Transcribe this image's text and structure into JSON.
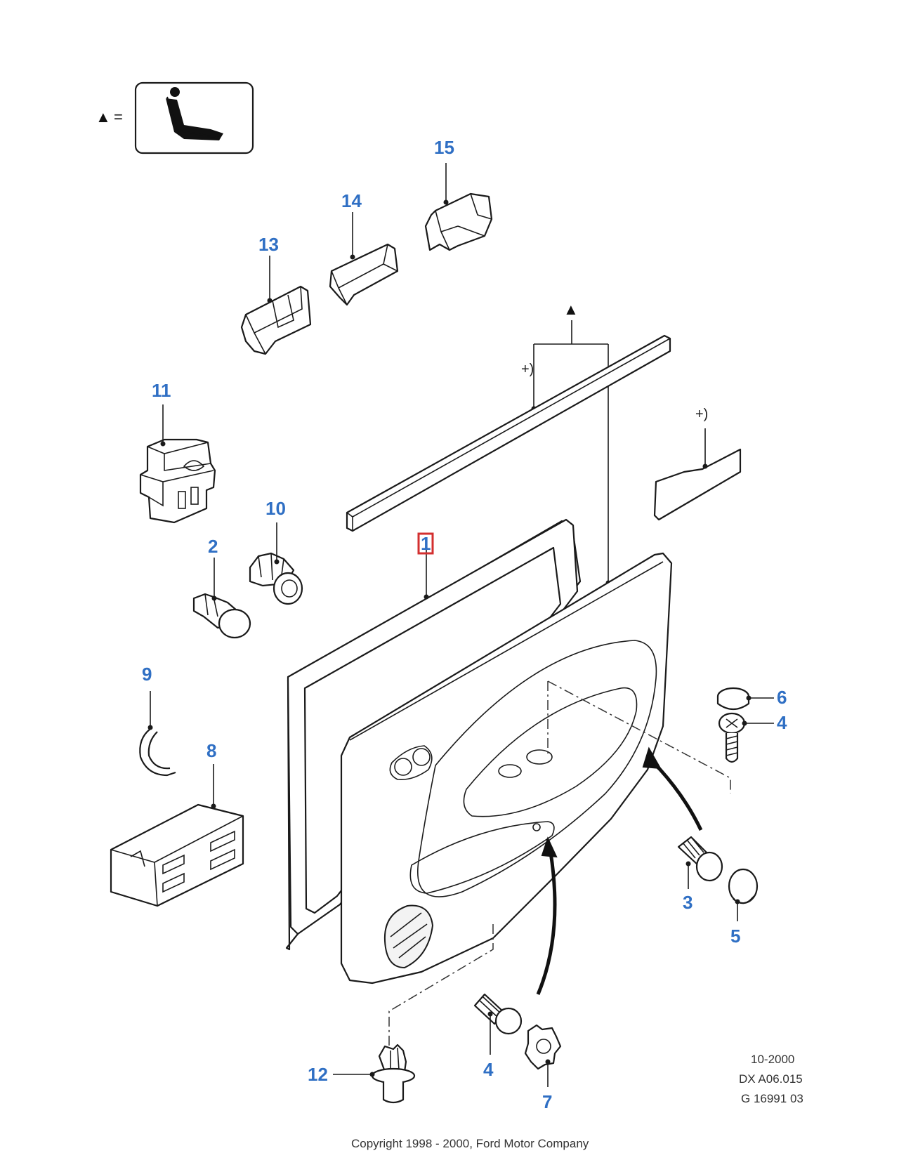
{
  "legend": {
    "symbol": "▲",
    "equals": "=",
    "icon": "seat-icon"
  },
  "callouts": {
    "c1": "1",
    "c2": "2",
    "c3": "3",
    "c4a": "4",
    "c4b": "4",
    "c5": "5",
    "c6": "6",
    "c7": "7",
    "c8": "8",
    "c9": "9",
    "c10": "10",
    "c11": "11",
    "c12": "12",
    "c13": "13",
    "c14": "14",
    "c15": "15"
  },
  "markers": {
    "plus_a": "+)",
    "plus_b": "+)",
    "top_triangle": "▲"
  },
  "reference": {
    "line1": "10-2000",
    "line2": "DX A06.015",
    "line3": "G 16991 03"
  },
  "copyright": "Copyright 1998 - 2000, Ford Motor Company",
  "colors": {
    "callout": "#2f6fc4",
    "highlight": "#d32f2f",
    "line": "#1a1a1a"
  }
}
